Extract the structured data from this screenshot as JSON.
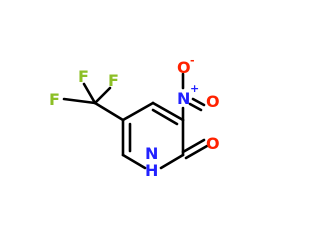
{
  "molecule": {
    "atoms": {
      "f_top": "F",
      "f_right": "F",
      "f_left": "F",
      "n_nitro": "N",
      "n_nitro_charge": "+",
      "o_nitro_top": "O",
      "o_nitro_top_charge": "-",
      "o_nitro_right": "O",
      "o_carbonyl": "O",
      "n_ring": "N",
      "h_ring": "H"
    },
    "colors": {
      "bond": "#000000",
      "fluorine": "#8cbf26",
      "nitrogen": "#2222ff",
      "oxygen": "#ff2200"
    }
  }
}
